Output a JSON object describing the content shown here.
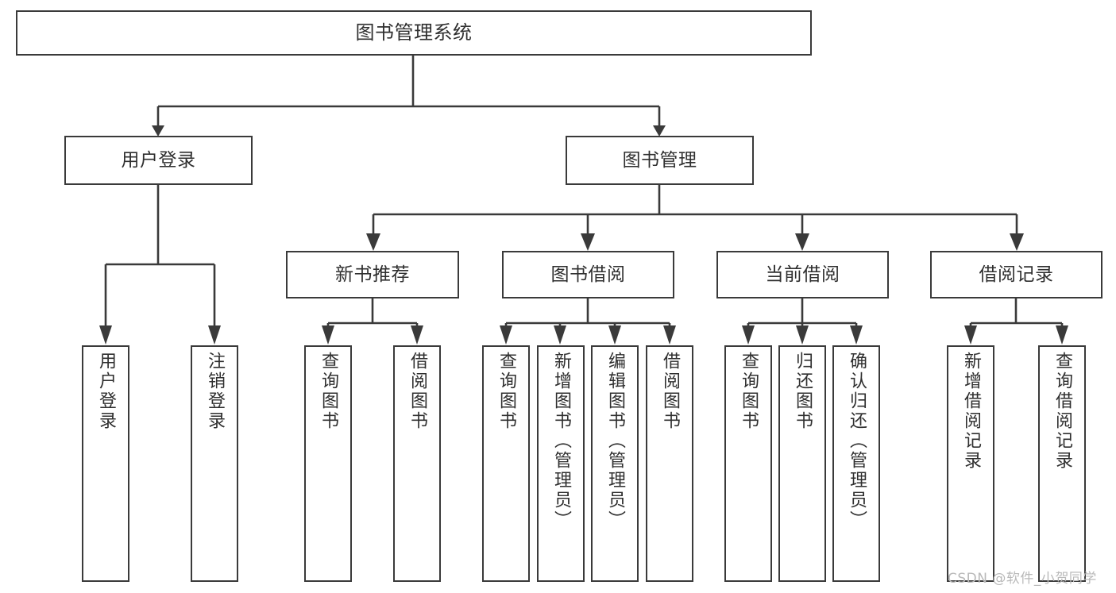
{
  "diagram": {
    "title": "图书管理系统",
    "type": "functional-decomposition-tree",
    "root": {
      "label": "图书管理系统"
    },
    "level1": [
      {
        "label": "用户登录"
      },
      {
        "label": "图书管理"
      }
    ],
    "level2": [
      {
        "label": "新书推荐"
      },
      {
        "label": "图书借阅"
      },
      {
        "label": "当前借阅"
      },
      {
        "label": "借阅记录"
      }
    ],
    "leaves": {
      "user_login": [
        {
          "label": "用户登录"
        },
        {
          "label": "注销登录"
        }
      ],
      "new_book_recommend": [
        {
          "label": "查询图书"
        },
        {
          "label": "借阅图书"
        }
      ],
      "book_borrow": [
        {
          "label": "查询图书"
        },
        {
          "label": "新增图书（管理员）"
        },
        {
          "label": "编辑图书（管理员）"
        },
        {
          "label": "借阅图书"
        }
      ],
      "current_borrow": [
        {
          "label": "查询图书"
        },
        {
          "label": "归还图书"
        },
        {
          "label": "确认归还（管理员）"
        }
      ],
      "borrow_record": [
        {
          "label": "新增借阅记录"
        },
        {
          "label": "查询借阅记录"
        }
      ]
    }
  },
  "watermark": {
    "text": "CSDN @软件_小贺同学"
  },
  "colors": {
    "stroke": "#3a3a3a",
    "text": "#2f2f2f",
    "background": "#ffffff",
    "watermark": "#b9b9b9"
  }
}
